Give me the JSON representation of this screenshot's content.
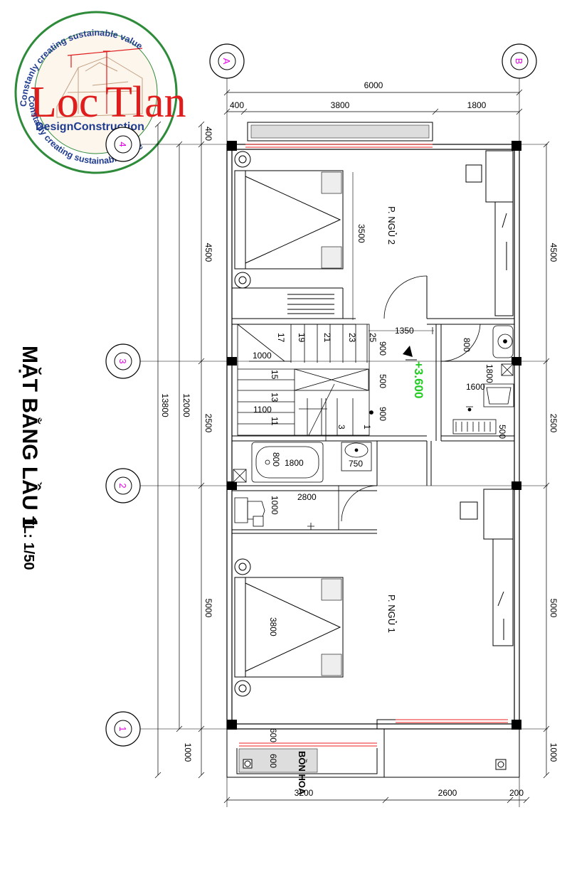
{
  "title": "MẶT BẰNG LẦU 1",
  "scale": "TL: 1/50",
  "elevation": "+3.600",
  "logo": {
    "brand_left": "Loc",
    "brand_right": "Tlan",
    "subtitle": "DesignConstruction",
    "slogan": "Constanly creating sustainable value",
    "colors": {
      "brand": "#e01d1d",
      "text": "#1f3c8f",
      "ring": "#2e8b3a"
    }
  },
  "axes": {
    "top": [
      "A",
      "B"
    ],
    "left": [
      "4",
      "3",
      "2",
      "1"
    ]
  },
  "dimensions": {
    "top_total": "6000",
    "top_segments": [
      "400",
      "3800",
      "1800"
    ],
    "bottom_segments": [
      "3200",
      "2600",
      "200"
    ],
    "left_total": "13800",
    "left_inner": "12000",
    "left_segments": [
      "400",
      "4500",
      "2500",
      "5000",
      "1000"
    ],
    "right_segments": [
      "4500",
      "2500",
      "5000",
      "1000"
    ]
  },
  "rooms": {
    "bedroom2": "P. NGỦ 2",
    "bedroom1": "P. NGỦ 1",
    "planter": "BỒN HOA"
  },
  "interior_dims": {
    "bed2_len": "3500",
    "bed1_len": "3800",
    "stair_1350": "1350",
    "stair_900a": "900",
    "stair_500": "500",
    "stair_900b": "900",
    "stair_1000": "1000",
    "stair_1100": "1100",
    "wc_800": "800",
    "wc_1800": "1800",
    "wc_1600": "1600",
    "wc_500": "500",
    "tub_800": "800",
    "tub_1800": "1800",
    "basin_750": "750",
    "bath_2800": "2800",
    "bath_1000": "1000",
    "balcony_600a": "600",
    "balcony_600b": "600"
  },
  "stair_numbers": [
    "17",
    "19",
    "21",
    "23",
    "25",
    "15",
    "13",
    "11",
    "3",
    "1"
  ]
}
